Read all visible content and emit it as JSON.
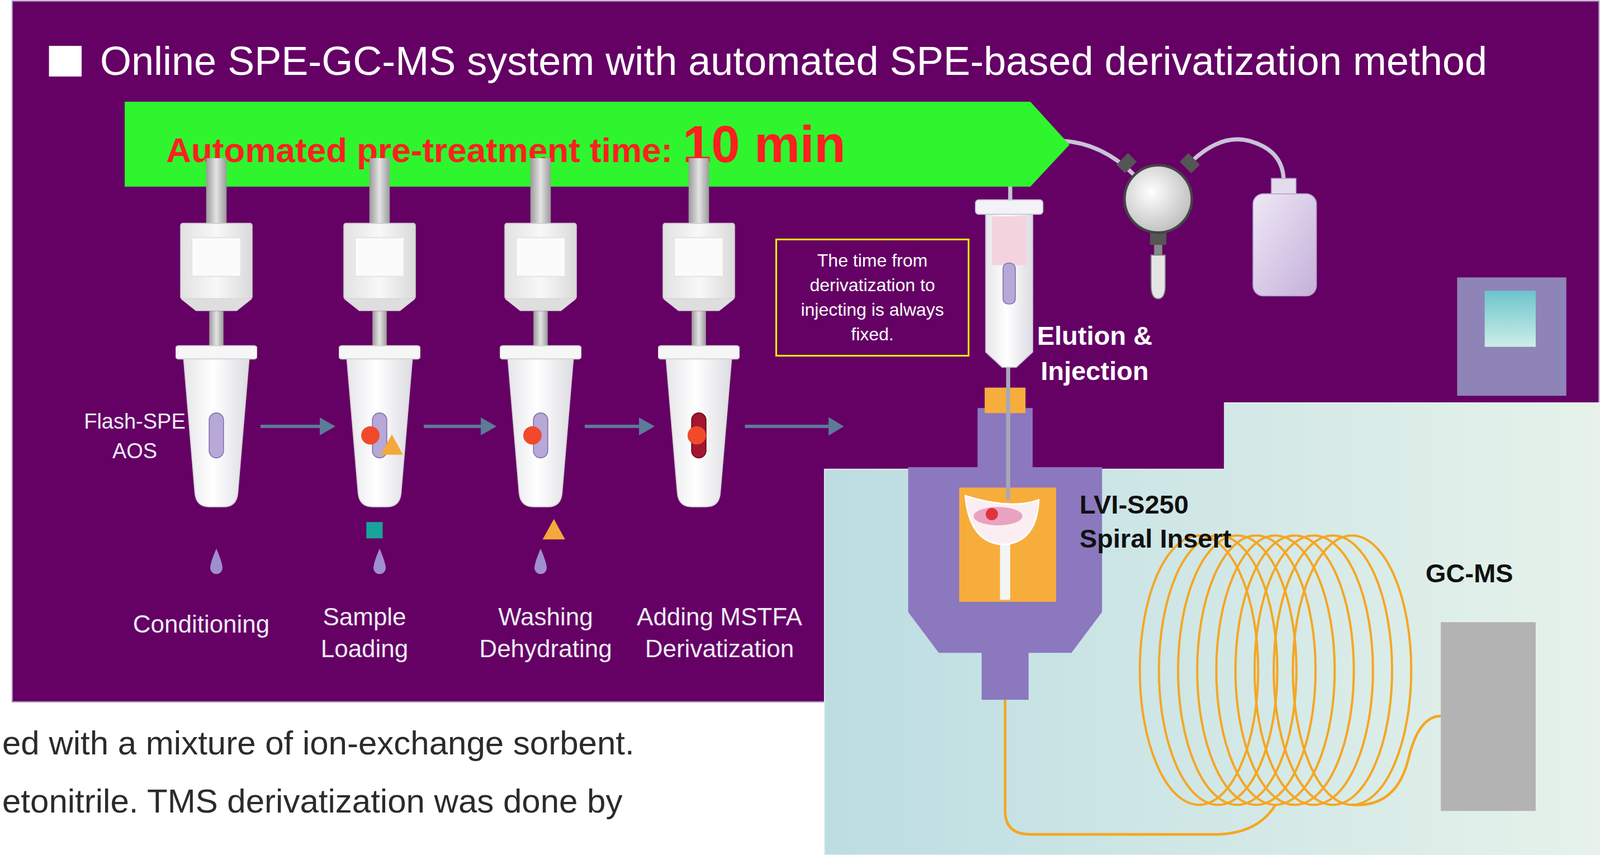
{
  "diagram": {
    "title": "Online SPE-GC-MS system with automated SPE-based derivatization method",
    "nodes": [
      {
        "text": [
          "Automated pre-treatment time:",
          "10 min"
        ]
      },
      {
        "text": [
          "Conditioning"
        ]
      },
      {
        "text": [
          "Sample Loading"
        ]
      },
      {
        "text": [
          "Washing Dehydrating"
        ]
      },
      {
        "text": [
          "Adding MSTFA Derivatization"
        ]
      },
      {
        "text": [
          "The time from derivatization to injecting is always fixed."
        ]
      }
    ],
    "edges": [
      {
        "from": 1,
        "to": 2,
        "arrow": "to"
      },
      {
        "from": 2,
        "to": 3,
        "arrow": "to"
      },
      {
        "from": 3,
        "to": 4,
        "arrow": "to"
      }
    ],
    "labels": [
      "Flash-SPE AOS",
      "Elution & Injection",
      "LVI-S250 Spiral Insert",
      "GC-MS",
      "ed with a mixture of ion-exchange sorbent.",
      "etonitrile. TMS derivatization was done by"
    ]
  }
}
